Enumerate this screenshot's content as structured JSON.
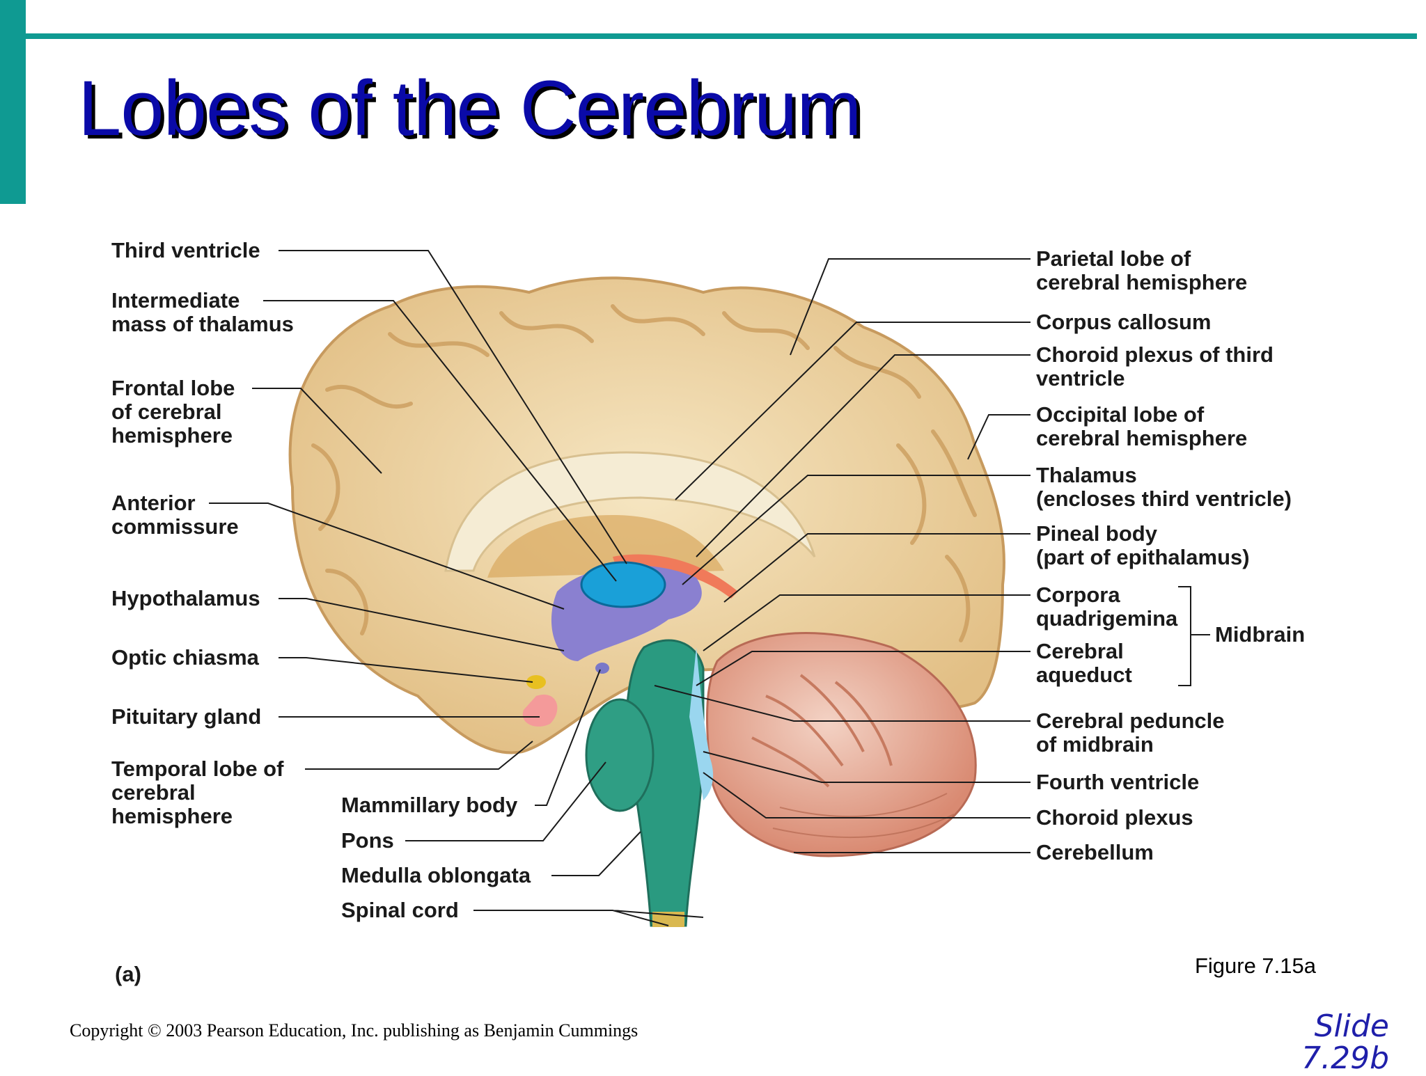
{
  "title": "Lobes of the Cerebrum",
  "labels_left": {
    "third_ventricle": "Third ventricle",
    "intermediate_mass_1": "Intermediate",
    "intermediate_mass_2": "mass of thalamus",
    "frontal_lobe_1": "Frontal lobe",
    "frontal_lobe_2": "of cerebral",
    "frontal_lobe_3": "hemisphere",
    "anterior_commissure_1": "Anterior",
    "anterior_commissure_2": "commissure",
    "hypothalamus": "Hypothalamus",
    "optic_chiasma": "Optic chiasma",
    "pituitary_gland": "Pituitary gland",
    "temporal_lobe_1": "Temporal lobe of",
    "temporal_lobe_2": "cerebral",
    "temporal_lobe_3": "hemisphere"
  },
  "labels_bottom": {
    "mammillary_body": "Mammillary body",
    "pons": "Pons",
    "medulla_oblongata": "Medulla oblongata",
    "spinal_cord": "Spinal cord"
  },
  "labels_right": {
    "parietal_lobe_1": "Parietal lobe of",
    "parietal_lobe_2": "cerebral hemisphere",
    "corpus_callosum": "Corpus callosum",
    "choroid_plexus_third_1": "Choroid plexus of third",
    "choroid_plexus_third_2": "ventricle",
    "occipital_lobe_1": "Occipital lobe of",
    "occipital_lobe_2": "cerebral hemisphere",
    "thalamus_1": "Thalamus",
    "thalamus_2": "(encloses third ventricle)",
    "pineal_body_1": "Pineal body",
    "pineal_body_2": "(part of epithalamus)",
    "corpora_quadrigemina_1": "Corpora",
    "corpora_quadrigemina_2": "quadrigemina",
    "midbrain": "Midbrain",
    "cerebral_aqueduct_1": "Cerebral",
    "cerebral_aqueduct_2": "aqueduct",
    "cerebral_peduncle_1": "Cerebral peduncle",
    "cerebral_peduncle_2": "of midbrain",
    "fourth_ventricle": "Fourth ventricle",
    "choroid_plexus": "Choroid plexus",
    "cerebellum": "Cerebellum"
  },
  "panel_label": "(a)",
  "figure_label": "Figure 7.15a",
  "copyright": "Copyright © 2003 Pearson Education, Inc. publishing as Benjamin Cummings",
  "slide_number": "Slide 7.29b",
  "colors": {
    "accent_teal": "#0f9a92",
    "title_blue": "#0a0aa8",
    "cortex": "#ecd2a0",
    "cerebellum": "#e3a08a",
    "brainstem": "#2a9a80",
    "ventricle": "#1aa0d8",
    "hypothalamus": "#8a80d0"
  }
}
